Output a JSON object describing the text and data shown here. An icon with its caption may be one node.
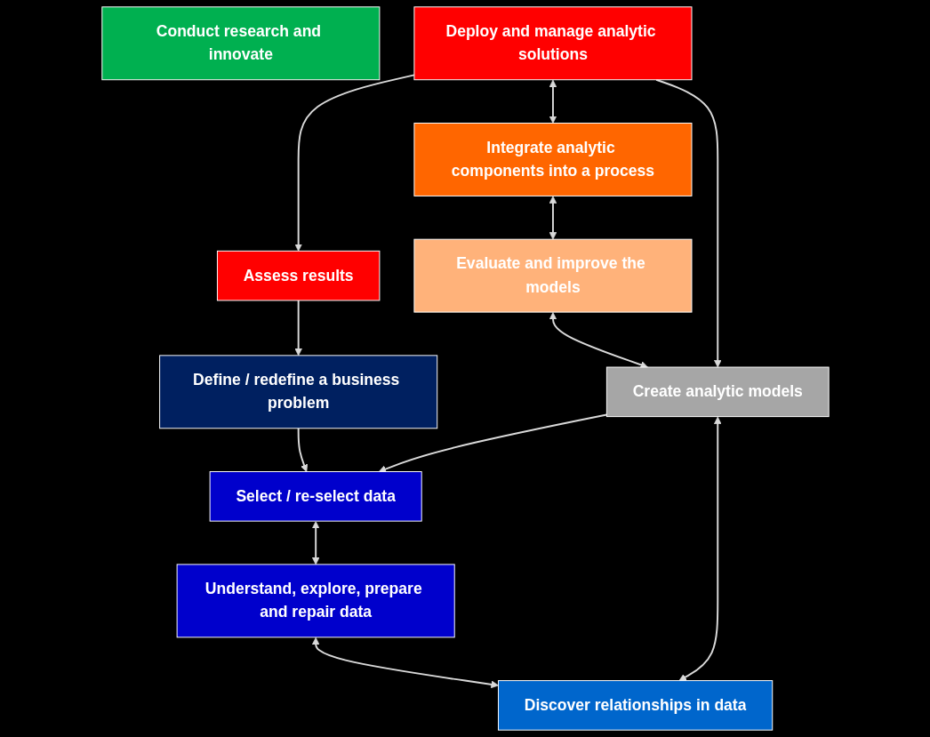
{
  "diagram": {
    "nodes": [
      {
        "text": [
          "Conduct research and innovate"
        ]
      },
      {
        "text": [
          "Assess results"
        ]
      },
      {
        "text": [
          "Define / redefine a business problem"
        ]
      },
      {
        "text": [
          "Deploy and manage analytic solutions"
        ]
      },
      {
        "text": [
          "Select / re-select data"
        ]
      },
      {
        "text": [
          "Integrate analytic components into a process"
        ]
      },
      {
        "text": [
          "Understand, explore, prepare and repair data"
        ]
      },
      {
        "text": [
          "Evaluate and improve the models"
        ]
      },
      {
        "text": [
          "Discover relationships in data"
        ]
      },
      {
        "text": [
          "Create analytic models"
        ]
      }
    ],
    "edges": [
      {
        "from": 1,
        "to": 2,
        "arrow": "to"
      },
      {
        "from": 2,
        "to": 4,
        "arrow": "to"
      },
      {
        "from": 3,
        "to": 1,
        "arrow": "to"
      },
      {
        "from": 3,
        "to": 5,
        "arrow": "both"
      },
      {
        "from": 5,
        "to": 7,
        "arrow": "both"
      },
      {
        "from": 4,
        "to": 6,
        "arrow": "both"
      },
      {
        "from": 6,
        "to": 8,
        "arrow": "both"
      },
      {
        "from": 7,
        "to": 9,
        "arrow": "both"
      },
      {
        "from": 9,
        "to": 8,
        "arrow": "both"
      },
      {
        "from": 3,
        "to": 9,
        "arrow": "to"
      },
      {
        "from": 9,
        "to": 4,
        "arrow": "to"
      }
    ]
  }
}
